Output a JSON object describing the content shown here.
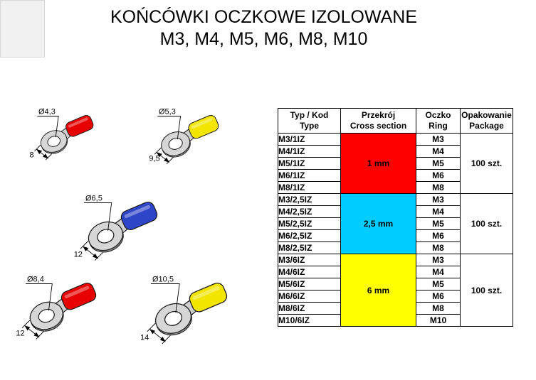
{
  "page": {
    "title_line1": "KOŃCÓWKI OCZKOWE IZOLOWANE",
    "title_line2": "M3, M4, M5, M6, M8, M10"
  },
  "drawings": [
    {
      "name": "terminal-red-small",
      "diameter": "Ø4,3",
      "width": "8",
      "sleeve_color": "#e60000"
    },
    {
      "name": "terminal-yellow-small",
      "diameter": "Ø5,3",
      "width": "9,5",
      "sleeve_color": "#f2e500"
    },
    {
      "name": "terminal-blue-medium",
      "diameter": "Ø6,5",
      "width": "12",
      "sleeve_color": "#2f45c8"
    },
    {
      "name": "terminal-red-large",
      "diameter": "Ø8,4",
      "width": "12",
      "sleeve_color": "#e60000"
    },
    {
      "name": "terminal-yellow-large",
      "diameter": "Ø10,5",
      "width": "14",
      "sleeve_color": "#f2e500"
    }
  ],
  "table": {
    "headers": [
      {
        "line1": "Typ / Kod",
        "line2": "Type"
      },
      {
        "line1": "Przekrój",
        "line2": "Cross section"
      },
      {
        "line1": "Oczko",
        "line2": "Ring"
      },
      {
        "line1": "Opakowanie",
        "line2": "Package"
      }
    ],
    "groups": [
      {
        "cross_section": "1 mm",
        "color": "#ff0000",
        "package": "100 szt.",
        "rows": [
          {
            "type": "M3/1IZ",
            "ring": "M3"
          },
          {
            "type": "M4/1IZ",
            "ring": "M4"
          },
          {
            "type": "M5/1IZ",
            "ring": "M5"
          },
          {
            "type": "M6/1IZ",
            "ring": "M6"
          },
          {
            "type": "M8/1IZ",
            "ring": "M8"
          }
        ]
      },
      {
        "cross_section": "2,5 mm",
        "color": "#00ccff",
        "package": "100 szt.",
        "rows": [
          {
            "type": "M3/2,5IZ",
            "ring": "M3"
          },
          {
            "type": "M4/2,5IZ",
            "ring": "M4"
          },
          {
            "type": "M5/2,5IZ",
            "ring": "M5"
          },
          {
            "type": "M6/2,5IZ",
            "ring": "M6"
          },
          {
            "type": "M8/2,5IZ",
            "ring": "M8"
          }
        ]
      },
      {
        "cross_section": "6 mm",
        "color": "#ffff00",
        "package": "100 szt.",
        "rows": [
          {
            "type": "M3/6IZ",
            "ring": "M3"
          },
          {
            "type": "M4/6IZ",
            "ring": "M4"
          },
          {
            "type": "M5/6IZ",
            "ring": "M5"
          },
          {
            "type": "M6/6IZ",
            "ring": "M6"
          },
          {
            "type": "M8/6IZ",
            "ring": "M8"
          },
          {
            "type": "M10/6IZ",
            "ring": "M10"
          }
        ]
      }
    ]
  }
}
